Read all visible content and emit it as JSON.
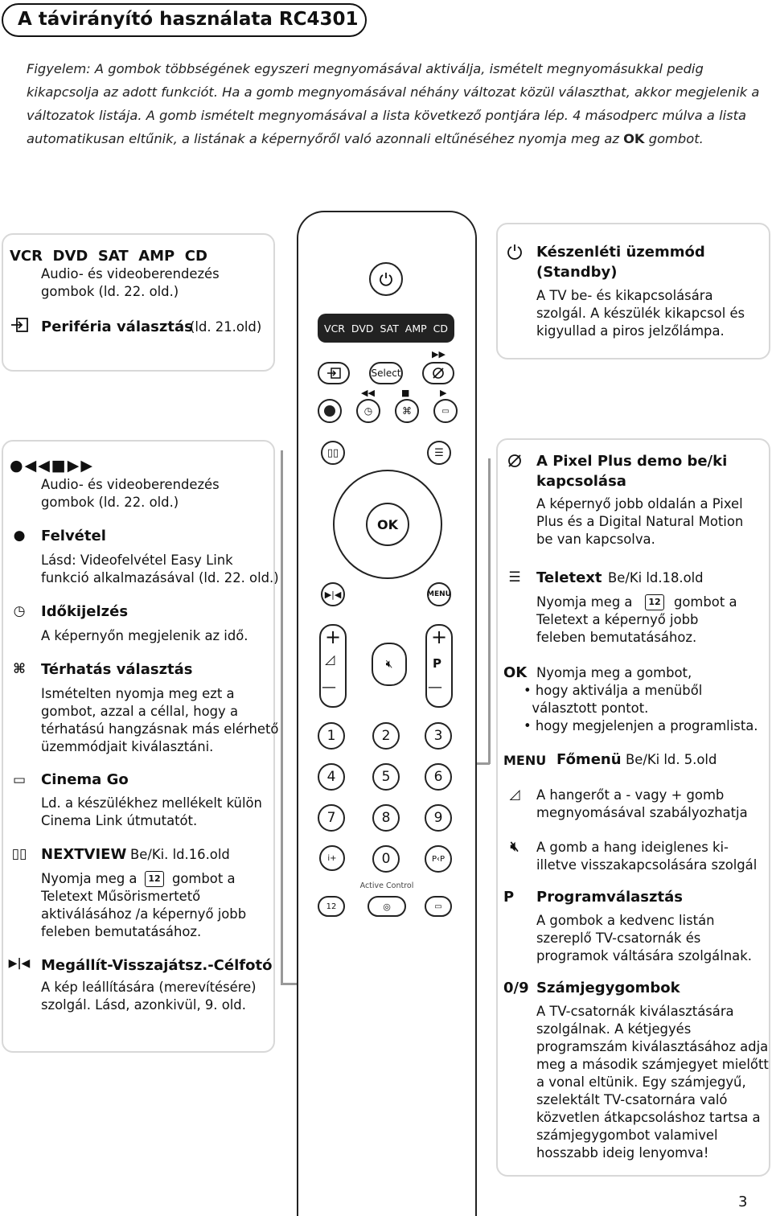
{
  "header": {
    "title": "A távirányító használata RC4301",
    "intro_1": "Figyelem: A gombok többségének egyszeri megnyomásával aktiválja, ismételt megnyomásukkal pedig kikapcsolja az adott funkciót. Ha a gomb megnyomásával néhány változat közül választhat, akkor megjelenik a változatok listája. A gomb ismételt megnyomásával a lista következő pontjára lép. 4 másodperc múlva a lista automatikusan eltűnik, a listának a képernyőről való azonnali eltűnéséhez nyomja meg az",
    "intro_ok": "OK",
    "intro_2": "gombot."
  },
  "left_top": {
    "source_row": "VCR  DVD  SAT  AMP  CD",
    "source_desc_1": "Audio- és videoberendezés",
    "source_desc_2": "gombok (ld. 22. old.)",
    "periph_icon": "input-select-icon",
    "periph_label": "Periféria választás",
    "periph_ref": "(ld. 21.old)"
  },
  "left_main": {
    "transport_symbols": "●◀◀■▶▶",
    "transport_desc_1": "Audio- és videoberendezés",
    "transport_desc_2": "gombok (ld. 22. old.)",
    "record_title": "Felvétel",
    "record_desc_1": "Lásd: Videofelvétel Easy Link",
    "record_desc_2": "funkció alkalmazásával (ld. 22. old.)",
    "clock_title": "Időkijelzés",
    "clock_desc": "A képernyőn megjelenik az idő.",
    "surround_title": "Térhatás választás",
    "surround_desc": [
      "Ismételten nyomja meg ezt a",
      "gombot, azzal a céllal, hogy a",
      "térhatású hangzásnak más elérhető",
      "üzemmódjait kiválasztáni."
    ],
    "cinema_title": "Cinema Go",
    "cinema_desc": [
      "Ld. a készülékhez mellékelt külön",
      "Cinema Link útmutatót."
    ],
    "nextview_title": "NEXTVIEW",
    "nextview_ref": "Be/Ki. ld.16.old",
    "nextview_desc_1a": "Nyomja meg a",
    "nextview_desc_1b": "gombot  a",
    "nextview_desc": [
      "Teletext Műsörismertető",
      "aktiválásához /a képernyő jobb",
      "feleben bemutatásához."
    ],
    "freeze_title": "Megállít-Visszajátsz.-Célfotó",
    "freeze_desc": [
      "A kép leállítására (merevítésére)",
      "szolgál. Lásd, azonkivül, 9. old."
    ]
  },
  "right_top": {
    "standby_title_1": "Készenléti üzemmód",
    "standby_title_2": "(Standby)",
    "standby_desc": [
      "A TV be- és kikapcsolására",
      "szolgál.  A készülék kikapcsol és",
      "kigyullad a piros jelzőlámpa."
    ]
  },
  "right_main": {
    "pixel_title_1": "A Pixel Plus demo be/ki",
    "pixel_title_2": "kapcsolása",
    "pixel_desc": [
      "A képernyő jobb oldalán a Pixel",
      "Plus és a Digital Natural Motion",
      "be van kapcsolva."
    ],
    "teletext_title": "Teletext",
    "teletext_ref": "Be/Ki ld.18.old",
    "teletext_desc_1a": "Nyomja meg a",
    "teletext_desc_1b": "gombot  a",
    "teletext_desc": [
      "Teletext a képernyő jobb",
      "feleben bemutatásához."
    ],
    "ok_key": "OK",
    "ok_desc_1": "Nyomja meg a gombot,",
    "ok_bullets": [
      "• hogy aktiválja a menüből",
      "  választott pontot.",
      "• hogy megjelenjen a programlista."
    ],
    "menu_key": "MENU",
    "menu_title": "Főmenü",
    "menu_ref": "Be/Ki  ld. 5.old",
    "volume_desc": [
      "A hangerőt a - vagy + gomb",
      "megnyomásával szabályozhatja"
    ],
    "mute_desc": [
      "A gomb a hang ideiglenes ki-",
      "illetve visszakapcsolására szolgál"
    ],
    "p_key": "P",
    "p_title": "Programválasztás",
    "p_desc": [
      "A gombok a kedvenc listán",
      "szereplő TV-csatornák és",
      "programok váltására szolgálnak."
    ],
    "digits_key": "0/9",
    "digits_title": "Számjegygombok",
    "digits_desc": [
      "A TV-csatornák kiválasztására",
      "szolgálnak.  A kétjegyés",
      "programszám kiválasztásához adja",
      "meg a második számjegyet mielőtt",
      "a vonal eltünik.  Egy számjegyű,",
      "szelektált TV-csatornára való",
      "közvetlen átkapcsoláshoz tartsa a",
      "számjegygombot valamivel",
      "hosszabb ideig lenyomva!"
    ]
  },
  "remote": {
    "source_bar": "VCR  DVD  SAT  AMP  CD",
    "select_label": "Select",
    "ok_label": "OK",
    "menu_label": "MENU",
    "plus": "+",
    "minus": "—",
    "p_label": "P",
    "digits": [
      "1",
      "2",
      "3",
      "4",
      "5",
      "6",
      "7",
      "8",
      "9",
      "0"
    ],
    "active_control": "Active Control",
    "pp_label": "P‹P"
  },
  "page_number": "3",
  "colors": {
    "panel_border": "#d8d8d8",
    "connector": "#999999",
    "text": "#111111"
  }
}
